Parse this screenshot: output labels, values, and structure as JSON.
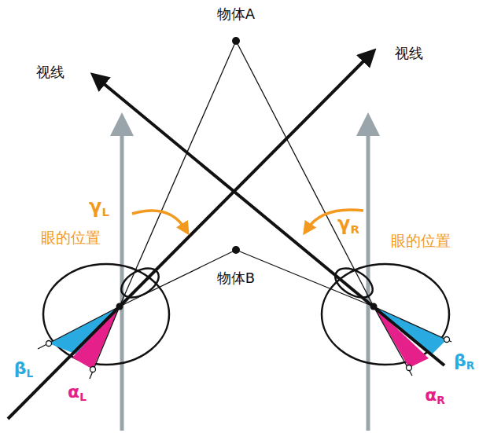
{
  "diagram": {
    "labels": [
      "物体A",
      "视线",
      "视线",
      "γL",
      "眼的位置",
      "γR",
      "眼的位置",
      "物体B",
      "βL",
      "αL",
      "βR",
      "αR"
    ]
  }
}
